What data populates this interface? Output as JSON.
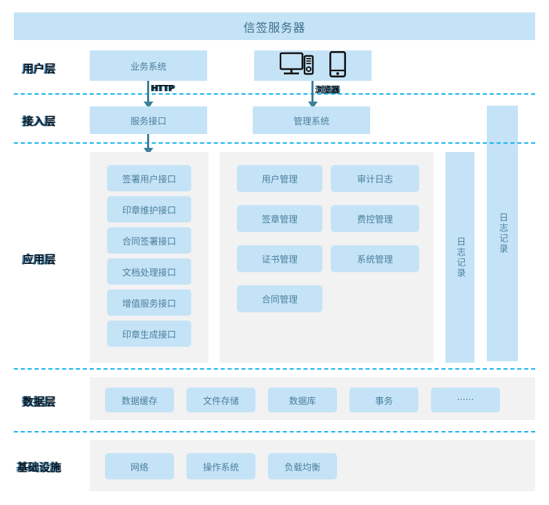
{
  "header": {
    "title": "信签服务器"
  },
  "layers": [
    {
      "id": "user",
      "label": "用户层"
    },
    {
      "id": "access",
      "label": "接入层"
    },
    {
      "id": "app",
      "label": "应用层"
    },
    {
      "id": "data",
      "label": "数据层"
    },
    {
      "id": "infra",
      "label": "基础设施"
    }
  ],
  "user_layer": {
    "business_system": "业务系统",
    "devices": [
      {
        "name": "desktop-computer-icon"
      },
      {
        "name": "smartphone-icon"
      }
    ]
  },
  "connectors": [
    {
      "id": "http",
      "label": "HTTP"
    },
    {
      "id": "browser",
      "label": "浏览器"
    }
  ],
  "access_layer": {
    "service_interface": "服务接口",
    "management_system": "管理系统"
  },
  "app_layer": {
    "interfaces": [
      "签署用户接口",
      "印章维护接口",
      "合同签署接口",
      "文档处理接口",
      "增值服务接口",
      "印章生成接口"
    ],
    "modules": [
      "用户管理",
      "审计日志",
      "签章管理",
      "费控管理",
      "证书管理",
      "系统管理",
      "合同管理"
    ],
    "log_bars": [
      {
        "id": "log-inner",
        "label": "日志记录"
      },
      {
        "id": "log-outer",
        "label": "日志记录"
      }
    ]
  },
  "data_layer": {
    "items": [
      "数据缓存",
      "文件存储",
      "数据库",
      "事务",
      "······"
    ]
  },
  "infra_layer": {
    "items": [
      "网络",
      "操作系统",
      "负载均衡"
    ]
  },
  "colors": {
    "box_fill": "#c5e3f6",
    "panel_bg": "#f2f2f2",
    "box_text": "#4a7f9e",
    "dashed_line": "#16b2f0",
    "arrow": "#3d7f9c",
    "label_text": "#3a7ca5",
    "page_bg": "#ffffff"
  }
}
